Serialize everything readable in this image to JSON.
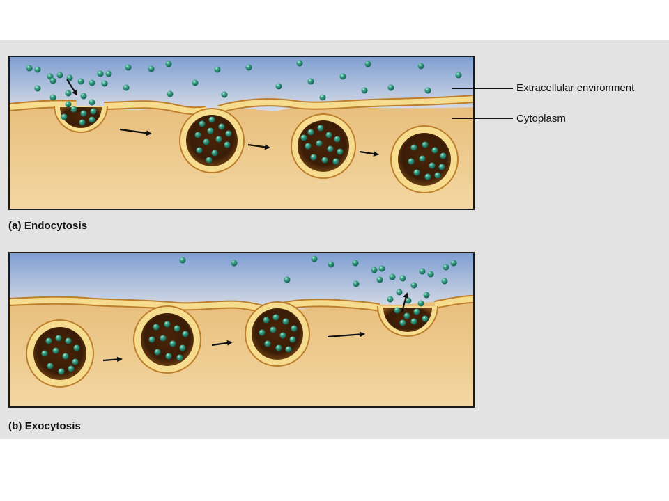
{
  "figure": {
    "labels": {
      "extracellular": "Extracellular environment",
      "cytoplasm": "Cytoplasm"
    },
    "panels": [
      {
        "id": "a",
        "caption": "(a) Endocytosis",
        "direction": "inward"
      },
      {
        "id": "b",
        "caption": "(b) Exocytosis",
        "direction": "outward"
      }
    ]
  },
  "colors": {
    "extracellular_top": "#7f9fd2",
    "extracellular_bottom": "#d7ddea",
    "cytoplasm_top": "#e4b772",
    "cytoplasm_bottom": "#f2d49b",
    "membrane": "#f6dc8f",
    "membrane_edge": "#bc7e2b",
    "vesicle_interior": "#3a1d08",
    "particle": "#2f8f78"
  },
  "icons": [
    "particle-icon",
    "arrow-icon"
  ]
}
